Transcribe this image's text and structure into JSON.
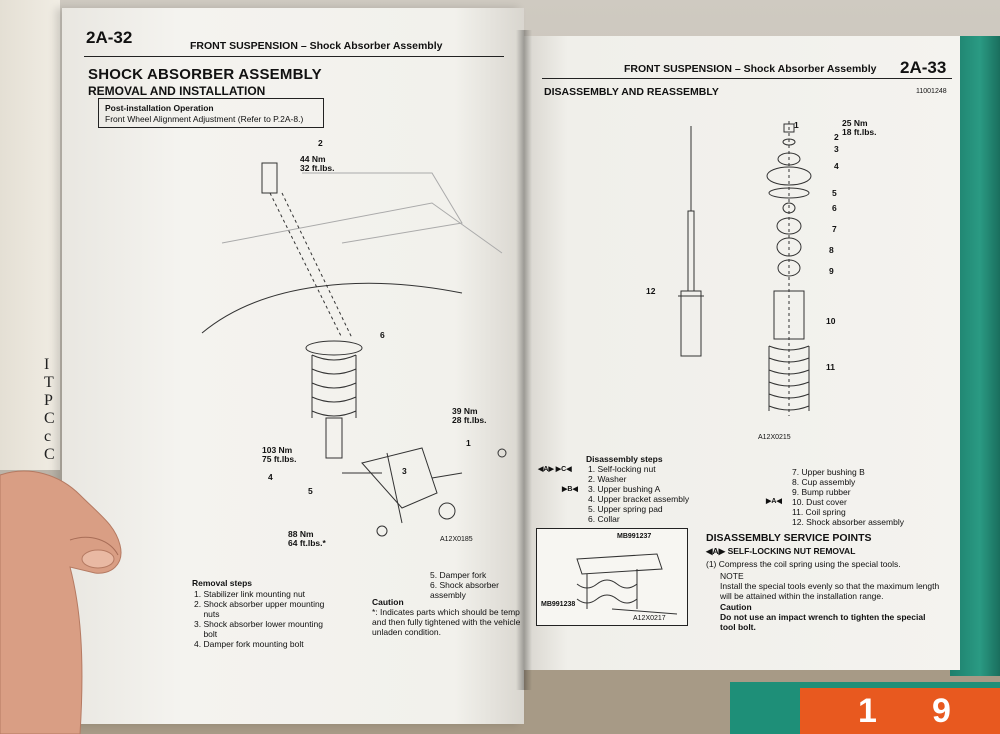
{
  "background": {
    "cover_numbers": [
      "1",
      "9"
    ],
    "binder_letters": [
      "I",
      "T",
      "P",
      "C",
      "c",
      "C"
    ]
  },
  "left_page": {
    "page_number": "2A-32",
    "header": "FRONT SUSPENSION – Shock Absorber Assembly",
    "title": "SHOCK ABSORBER ASSEMBLY",
    "subtitle": "REMOVAL AND INSTALLATION",
    "post_install_heading": "Post-installation Operation",
    "post_install_item": "Front Wheel Alignment Adjustment (Refer to P.2A-8.)",
    "callouts": {
      "c2": "2",
      "torque_top": [
        "44 Nm",
        "32 ft.lbs."
      ],
      "c6": "6",
      "torque_right": [
        "39 Nm",
        "28 ft.lbs."
      ],
      "c1": "1",
      "torque_left": [
        "103 Nm",
        "75 ft.lbs."
      ],
      "c4": "4",
      "c3": "3",
      "c5": "5",
      "torque_bottom": [
        "88 Nm",
        "64 ft.lbs.*"
      ],
      "figure_code": "A12X0185"
    },
    "removal_heading": "Removal steps",
    "removal_steps": [
      "1. Stabilizer link mounting nut",
      "2. Shock absorber upper mounting",
      "    nuts",
      "3. Shock absorber lower mounting",
      "    bolt",
      "4. Damper fork mounting bolt"
    ],
    "removal_steps_right": [
      "5. Damper fork",
      "6. Shock absorber assembly"
    ],
    "caution_heading": "Caution",
    "caution_text": [
      "*: Indicates parts which should be temporarily tightened,",
      "and then fully tightened with the vehicle on the ground in the",
      "unladen condition."
    ]
  },
  "right_page": {
    "page_number": "2A-33",
    "header": "FRONT SUSPENSION – Shock Absorber Assembly",
    "section_title": "DISASSEMBLY AND REASSEMBLY",
    "doc_code": "11001248",
    "callouts": {
      "torque": [
        "25 Nm",
        "18 ft.lbs."
      ],
      "c1": "1",
      "c2": "2",
      "c3": "3",
      "c4": "4",
      "c5": "5",
      "c6": "6",
      "c7": "7",
      "c8": "8",
      "c9": "9",
      "c10": "10",
      "c11": "11",
      "c12": "12",
      "figure_code": "A12X0215"
    },
    "disassembly_heading": "Disassembly steps",
    "disassembly_steps_left": [
      "1. Self-locking nut",
      "2. Washer",
      "3. Upper bushing A",
      "4. Upper bracket assembly",
      "5. Upper spring pad",
      "6. Collar"
    ],
    "disassembly_steps_right": [
      "7. Upper bushing B",
      "8. Cup assembly",
      "9. Bump rubber",
      "10. Dust cover",
      "11. Coil spring",
      "12. Shock absorber assembly"
    ],
    "markers": {
      "m1": "◀A▶ ▶C◀",
      "m4": "▶B◀",
      "m11": "▶A◀"
    },
    "tool_labels": [
      "MB991237",
      "MB991238"
    ],
    "tool_fig_code": "A12X0217",
    "service_title": "DISASSEMBLY SERVICE POINTS",
    "service_sub": "◀A▶ SELF-LOCKING NUT REMOVAL",
    "service_step": "(1) Compress the coil spring using the special tools.",
    "note_heading": "NOTE",
    "note_text": [
      "Install the special tools evenly so that the maximum length",
      "will be attained within the installation range."
    ],
    "caution_heading": "Caution",
    "caution_text": [
      "Do not use an impact wrench to tighten the special",
      "tool bolt."
    ]
  }
}
